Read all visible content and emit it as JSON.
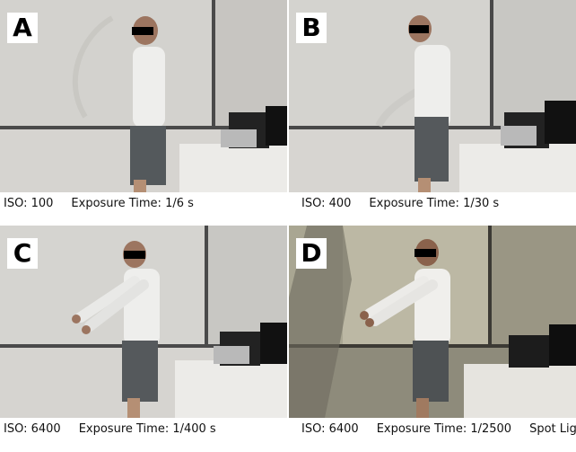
{
  "panels": [
    {
      "letter": "A",
      "iso": "ISO: 100",
      "exposure": "Exposure Time: 1/6 s",
      "note": ""
    },
    {
      "letter": "B",
      "iso": "ISO: 400",
      "exposure": "Exposure Time: 1/30 s",
      "note": ""
    },
    {
      "letter": "C",
      "iso": "ISO: 6400",
      "exposure": "Exposure Time: 1/400 s",
      "note": ""
    },
    {
      "letter": "D",
      "iso": "ISO: 6400",
      "exposure": "Exposure Time: 1/2500",
      "note": "Spot Light"
    }
  ]
}
